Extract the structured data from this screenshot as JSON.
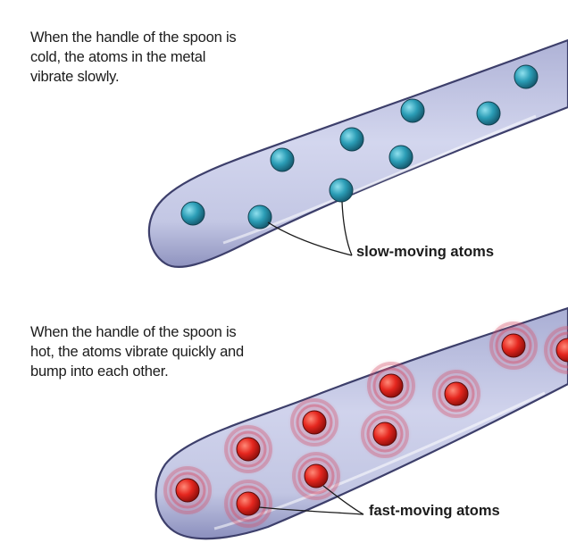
{
  "cold_panel": {
    "caption_lines": [
      "When the handle of the spoon is",
      "cold, the atoms in the metal",
      "vibrate slowly."
    ],
    "callout": "slow-moving atoms",
    "atom_color": "#2a9bb5"
  },
  "hot_panel": {
    "caption_lines": [
      "When the handle of the spoon is",
      "hot, the atoms vibrate quickly and",
      "bump into each other."
    ],
    "callout": "fast-moving atoms",
    "atom_color": "#e5271f",
    "vibration_color": "#d4506a"
  },
  "colors": {
    "spoon_fill": "#c6cbe6",
    "spoon_outline": "#3d3f6b",
    "text": "#1b1b1b"
  }
}
